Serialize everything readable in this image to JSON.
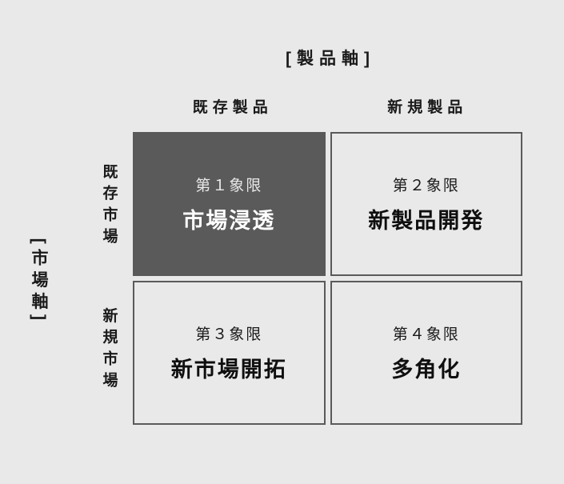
{
  "colors": {
    "background": "#e9e9e9",
    "cell_bg": "#e9e9e9",
    "dark_cell": "#5a5a5a",
    "border": "#5a5a5a",
    "text_dark": "#1a1a1a",
    "text_strong": "#0f0f0f",
    "text_light": "#ffffff",
    "text_light_sub": "#e8e8e8"
  },
  "product_axis": {
    "title": "[製品軸]",
    "columns": [
      "既存製品",
      "新規製品"
    ]
  },
  "market_axis": {
    "title": "[市場軸]",
    "rows": [
      "既存市場",
      "新規市場"
    ]
  },
  "quadrants": [
    {
      "label": "第１象限",
      "name": "市場浸透",
      "highlighted": true
    },
    {
      "label": "第２象限",
      "name": "新製品開発",
      "highlighted": false
    },
    {
      "label": "第３象限",
      "name": "新市場開拓",
      "highlighted": false
    },
    {
      "label": "第４象限",
      "name": "多角化",
      "highlighted": false
    }
  ]
}
